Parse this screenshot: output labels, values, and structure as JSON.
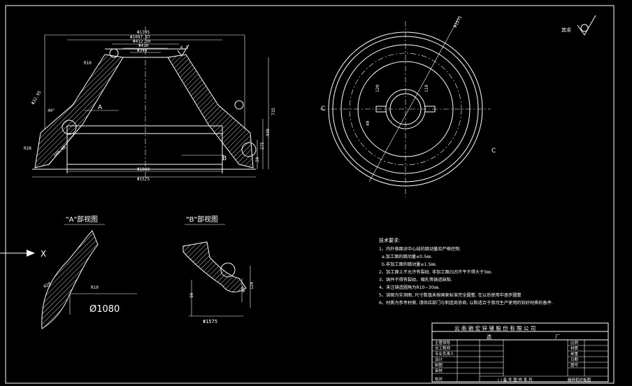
{
  "corner_note": "其余",
  "main_view": {
    "dims_top": [
      "Φ1395",
      "Φ1097.87",
      "Φ412.30",
      "Φ410",
      "Φ344"
    ],
    "dims_bottom": [
      "Φ1080",
      "Φ1575"
    ],
    "dims_right": [
      "735",
      "440",
      "275",
      "20"
    ],
    "dims_left": [
      "R10",
      "Φ32.95",
      "R28",
      "340.48",
      "40°"
    ],
    "section_a_letter": "A",
    "section_b_letter": "B",
    "roughness_mark": "6.3"
  },
  "plan_view": {
    "dims": [
      "Φ1575",
      "120",
      "40",
      "110"
    ],
    "section_left": "C",
    "section_right": "C"
  },
  "detail_a": {
    "title": "\"A\"部视图",
    "dim_diameter": "Ø1080",
    "dim_r": "R10",
    "dim_r2": "R28",
    "marker": "X"
  },
  "detail_b": {
    "title": "\"B\"部视图",
    "dim_diameter": "Φ1575",
    "dim_v1": "90",
    "dim_v2": "124",
    "dim_v3": "80"
  },
  "tech_notes": {
    "title": "技术要求:",
    "items": [
      "1、内外锥面对中心线的跳动量应严格控制.",
      "a.加工面的跳动量≤0.5㎜.",
      "b.非加工面的跳动量≤1.5㎜.",
      "2、加工面上不允许有裂纹, 非加工面凸凹不平不得大于3㎜.",
      "3、铸件不得有裂纹、缩孔等铸造缺陷.",
      "4、未注铸造圆角为R10~30㎜.",
      "5、该图为实测图, 尺寸数值未按国家标准完全圆整, 在以后使用中逐步圆整",
      "6、材质为参考材质, 请供应部门与制造商协商, 以购适合于我司生产使用的较好材质的备件."
    ]
  },
  "title_block": {
    "company": "云 南 驰 宏 锌 锗 股 份 有 限 公 司",
    "factory_left": "选",
    "factory_right": "厂",
    "rows": [
      "主管领导",
      "总工程师",
      "专业负责人",
      "设计",
      "制图",
      "审核",
      "校对"
    ],
    "right_labels": [
      "比例",
      "材质",
      "单重",
      "日期",
      "图号"
    ],
    "bottom_text": "( ) 备 件 图 样 系 列",
    "bottom_right": "破碎机衬板图"
  }
}
